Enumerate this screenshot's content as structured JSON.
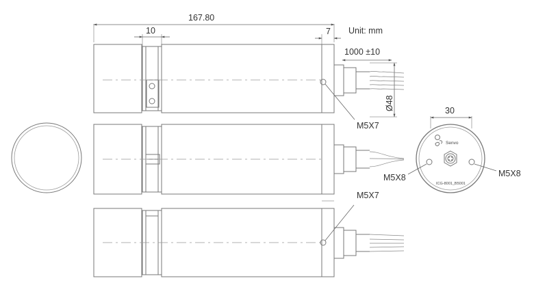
{
  "dimensions": {
    "overall_length": "167.80",
    "clamp_width": "10",
    "cap_length": "7",
    "unit": "Unit: mm",
    "cable_length": "1000 ±10",
    "diameter": "Ø48",
    "end_face_width": "30"
  },
  "callouts": {
    "top_hole": "M5X7",
    "bottom_hole": "M5X7",
    "end_left_hole": "M5X8",
    "end_right_hole": "M5X8"
  },
  "end_face": {
    "logo_text": "Senvo",
    "part_code": "ICG-8001_B5001"
  }
}
